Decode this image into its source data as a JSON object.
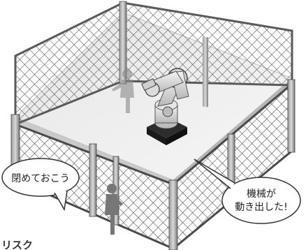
{
  "speech_left": "閉めておこう",
  "speech_right_line1": "機械が",
  "speech_right_line2": "動き出した!",
  "caption_partial": "リスク"
}
